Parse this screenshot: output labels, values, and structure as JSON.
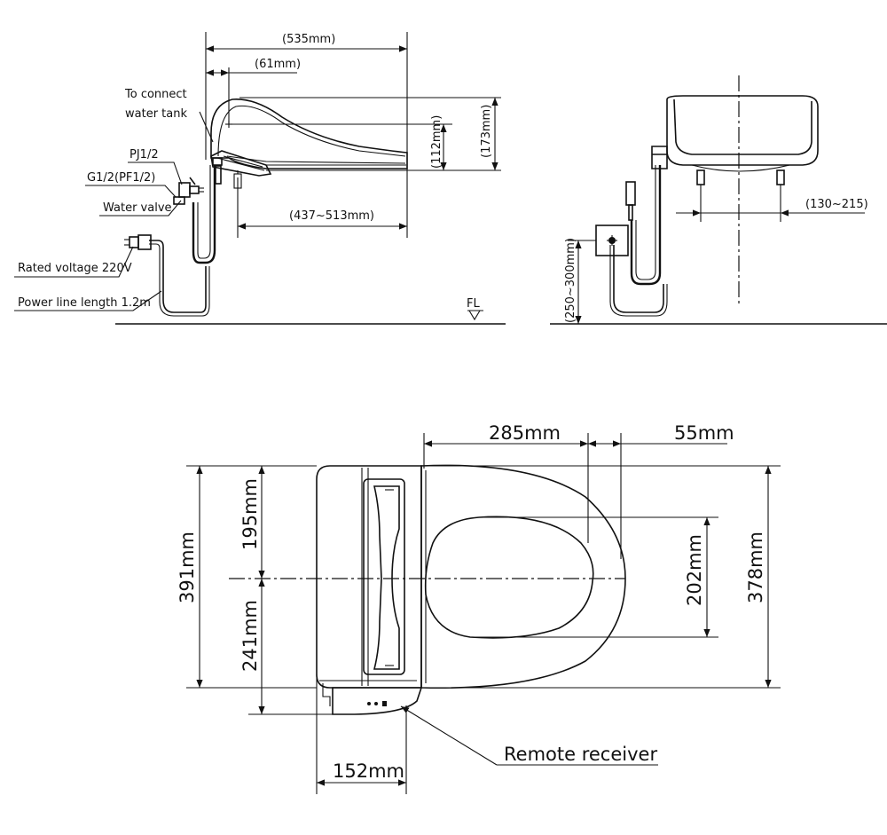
{
  "side_view": {
    "dim_total_length": "(535mm)",
    "dim_offset": "(61mm)",
    "dim_height_inner": "(112mm)",
    "dim_height_total": "(173mm)",
    "dim_fixing_range": "(437~513mm)",
    "label_connect": [
      "To connect",
      "water tank"
    ],
    "label_pj": "PJ1/2",
    "label_g": "G1/2(PF1/2)",
    "label_valve": "Water valve",
    "label_voltage": "Rated voltage 220V",
    "label_power": "Power line length 1.2m",
    "label_floor": "FL"
  },
  "rear_view": {
    "dim_fixing_spacing": "(130~215)",
    "dim_outlet_height": "(250~300mm)"
  },
  "top_view": {
    "dim_285": "285mm",
    "dim_55": "55mm",
    "dim_195": "195mm",
    "dim_241": "241mm",
    "dim_391": "391mm",
    "dim_202": "202mm",
    "dim_378": "378mm",
    "dim_152": "152mm",
    "label_remote": "Remote receiver"
  }
}
